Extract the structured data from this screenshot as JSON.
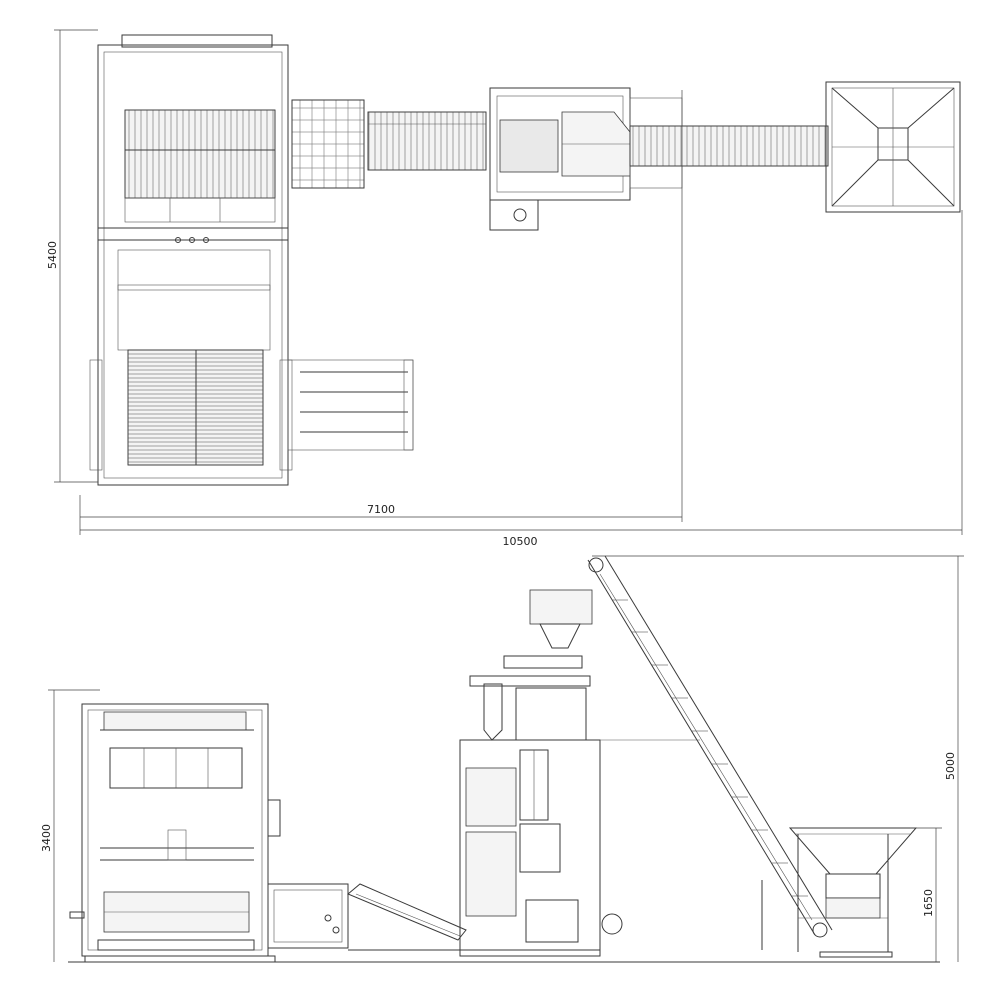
{
  "dimensions": {
    "top_width_left": "7100",
    "top_width_total": "10500",
    "top_height": "5400",
    "side_height_left": "3400",
    "side_height_right": "5000",
    "side_height_hopper": "1650"
  },
  "colors": {
    "line": "#3a3a3a",
    "background": "#ffffff"
  }
}
